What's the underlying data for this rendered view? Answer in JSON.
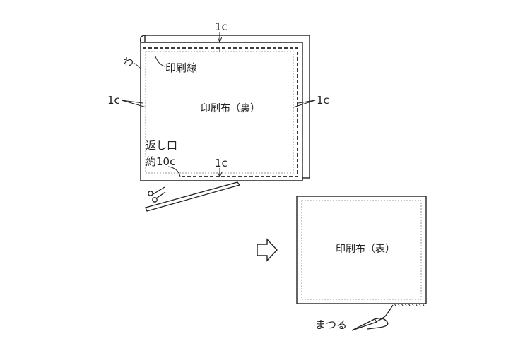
{
  "colors": {
    "ink": "#222222",
    "paper": "#ffffff",
    "print_line": "#9a9a9a"
  },
  "labels": {
    "fold": "わ",
    "print_line": "印刷線",
    "margin_top": "1c",
    "margin_left": "1c",
    "margin_right": "1c",
    "margin_bottom": "1c",
    "fabric_back": "印刷布（裏）",
    "return_opening_line1": "返し口",
    "return_opening_line2": "約10c",
    "fabric_front": "印刷布（表）",
    "blind_stitch": "まつる"
  },
  "icons": {
    "scissors": "scissors-icon",
    "arrow": "right-arrow-icon",
    "needle": "needle-icon"
  }
}
